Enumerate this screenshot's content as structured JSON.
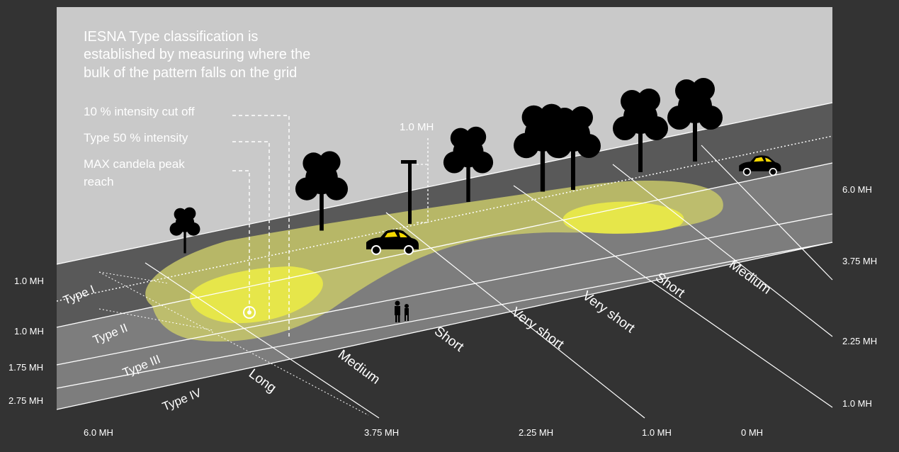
{
  "intro": {
    "lines": [
      "IESNA Type classification is",
      "established by measuring where the",
      "bulk of the pattern falls on the grid"
    ]
  },
  "legend": {
    "cutoff": "10 % intensity cut off",
    "half": "Type 50 % intensity",
    "max_line1": "MAX candela peak",
    "max_line2": "reach"
  },
  "pole_label": "1.0 MH",
  "left_labels": [
    "1.0 MH",
    "1.0 MH",
    "1.75 MH",
    "2.75 MH"
  ],
  "right_labels": [
    "6.0 MH",
    "3.75 MH",
    "2.25 MH",
    "1.0 MH"
  ],
  "bottom_labels": [
    "6.0 MH",
    "3.75 MH",
    "2.25 MH",
    "1.0 MH",
    "0 MH"
  ],
  "types": [
    "Type I",
    "Type II",
    "Type III",
    "Type IV"
  ],
  "zones": {
    "long": "Long",
    "medium_left": "Medium",
    "short_left": "Short",
    "very_short_left": "Very short",
    "very_short_right": "Very short",
    "short_right": "Short",
    "medium_right": "Medium"
  },
  "colors": {
    "background": "#333333",
    "sky": "#c9c9c9",
    "road_far": "#595959",
    "road_near": "#7d7d7d",
    "light_outer": "#c8c86a",
    "light_inner": "#e6e64a",
    "car_accent": "#f5d800"
  }
}
